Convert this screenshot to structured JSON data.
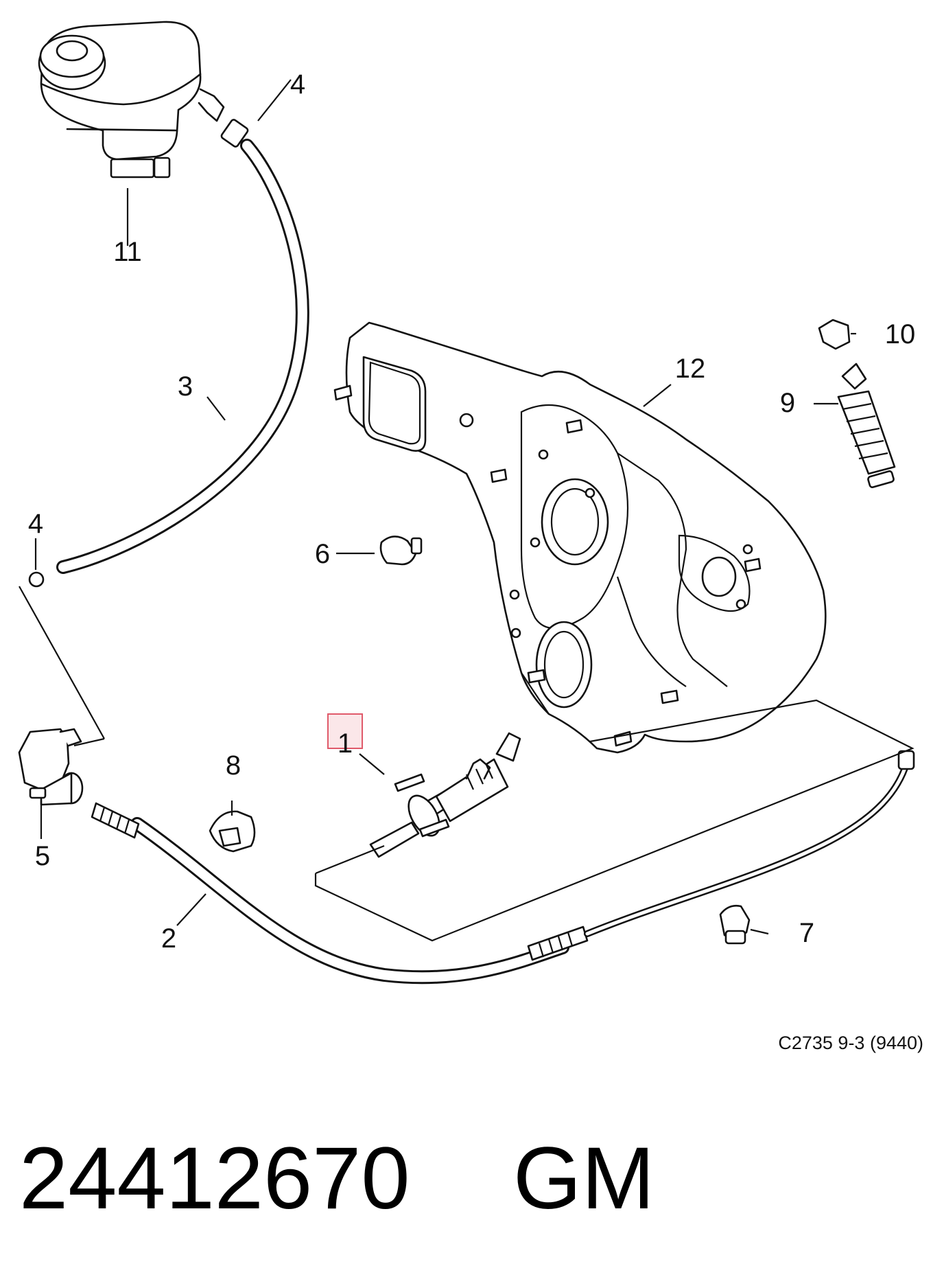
{
  "callouts": {
    "c1": "1",
    "c2": "2",
    "c3": "3",
    "c4a": "4",
    "c4b": "4",
    "c5": "5",
    "c6": "6",
    "c7": "7",
    "c8": "8",
    "c9": "9",
    "c10": "10",
    "c11": "11",
    "c12": "12"
  },
  "diagram_ref": "C2735 9-3 (9440)",
  "part_number": "24412670",
  "brand": "GM",
  "highlight": {
    "target": "1",
    "color": "#e05a6a"
  }
}
